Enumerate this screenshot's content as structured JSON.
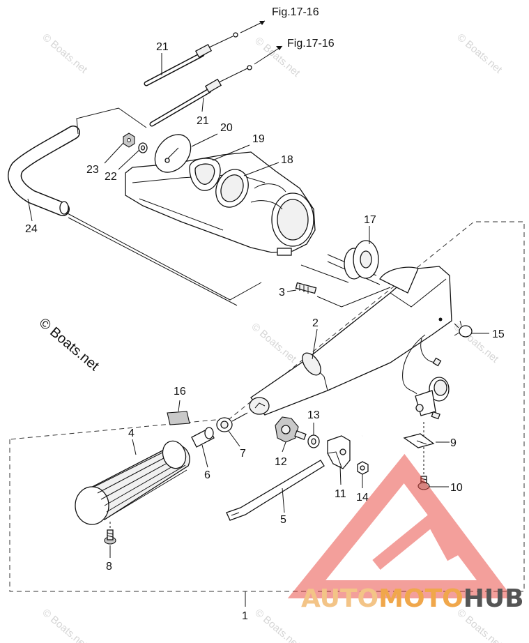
{
  "diagram": {
    "refs": {
      "fig_top": "Fig.17-16",
      "fig_second": "Fig.17-16"
    },
    "part_numbers": {
      "p1": "1",
      "p2": "2",
      "p3": "3",
      "p4": "4",
      "p5": "5",
      "p6": "6",
      "p7": "7",
      "p8": "8",
      "p9": "9",
      "p10": "10",
      "p11": "11",
      "p12": "12",
      "p13": "13",
      "p14": "14",
      "p15": "15",
      "p16": "16",
      "p17": "17",
      "p18": "18",
      "p19": "19",
      "p20": "20",
      "p21a": "21",
      "p21b": "21",
      "p22": "22",
      "p23": "23",
      "p24": "24"
    },
    "watermark": {
      "main": "© Boats.net",
      "small": "© Boats.net"
    },
    "brand": {
      "part_auto": "AUTO",
      "part_moto": "MOTO",
      "part_hub": "HUB",
      "colors": {
        "auto": "#f3c487",
        "moto": "#f0a74b",
        "hub": "#555555",
        "triangle": "#e8423a"
      }
    }
  }
}
